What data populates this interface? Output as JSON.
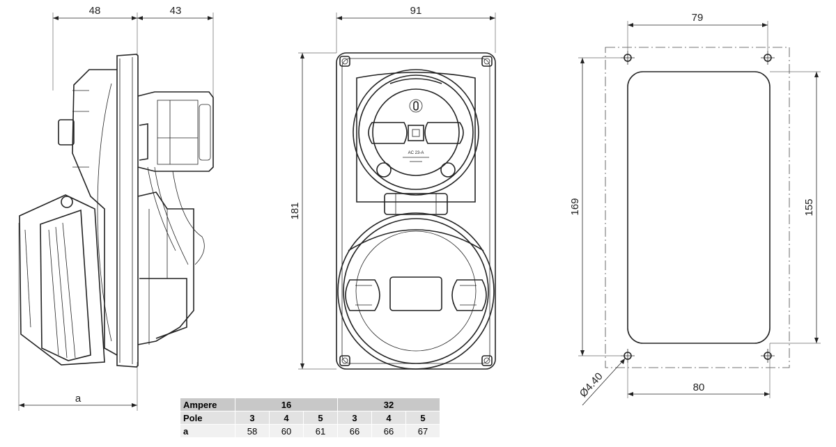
{
  "dimensions": {
    "side_top_left": "48",
    "side_top_right": "43",
    "side_bottom": "a",
    "front_width": "91",
    "front_height": "181",
    "cutout_top": "79",
    "cutout_bottom": "80",
    "cutout_left": "169",
    "cutout_right": "155",
    "hole_diameter": "Ø4.40"
  },
  "switch_label": "AC 23-A",
  "table": {
    "header_ampere": "Ampere",
    "header_pole": "Pole",
    "header_a": "a",
    "amps": [
      "16",
      "32"
    ],
    "poles": [
      "3",
      "4",
      "5",
      "3",
      "4",
      "5"
    ],
    "a_values": [
      "58",
      "60",
      "61",
      "66",
      "66",
      "67"
    ]
  }
}
